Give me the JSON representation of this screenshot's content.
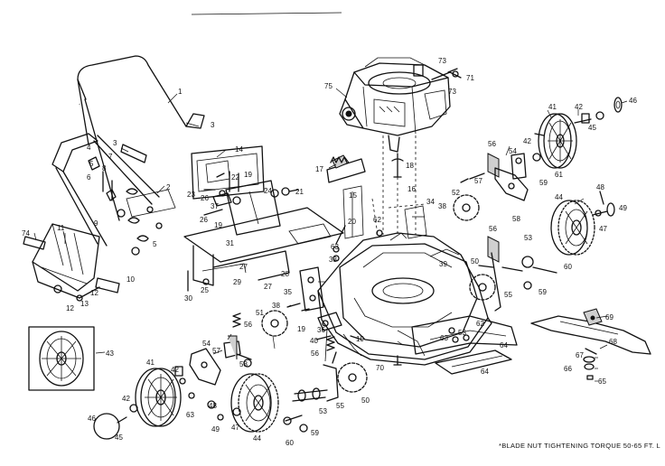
{
  "note": "*BLADE NUT TIGHTENING TORQUE 50-65 FT. L",
  "callouts": [
    "1",
    "3",
    "3",
    "4",
    "5",
    "6",
    "7",
    "8",
    "9",
    "2",
    "5",
    "11",
    "74",
    "10",
    "12",
    "12",
    "13",
    "14",
    "19",
    "22",
    "23",
    "26",
    "37",
    "26",
    "19",
    "31",
    "21",
    "24",
    "25",
    "30",
    "27",
    "29",
    "27",
    "28",
    "17",
    "18",
    "15",
    "16",
    "20",
    "62",
    "63",
    "33",
    "34",
    "38",
    "35",
    "38",
    "36",
    "19",
    "40",
    "56",
    "19",
    "39",
    "70",
    "73",
    "71",
    "73",
    "75",
    "56",
    "57",
    "54",
    "42",
    "41",
    "42",
    "45",
    "46",
    "61",
    "59",
    "58",
    "52",
    "44",
    "48",
    "49",
    "47",
    "53",
    "60",
    "56",
    "50",
    "55",
    "59",
    "69",
    "68",
    "67",
    "66",
    "65",
    "53",
    "62",
    "63",
    "64",
    "64",
    "50",
    "43",
    "54",
    "57",
    "58",
    "51",
    "56",
    "41",
    "42",
    "42",
    "46",
    "45",
    "63",
    "48",
    "49",
    "47",
    "44",
    "60",
    "59",
    "53",
    "55"
  ]
}
